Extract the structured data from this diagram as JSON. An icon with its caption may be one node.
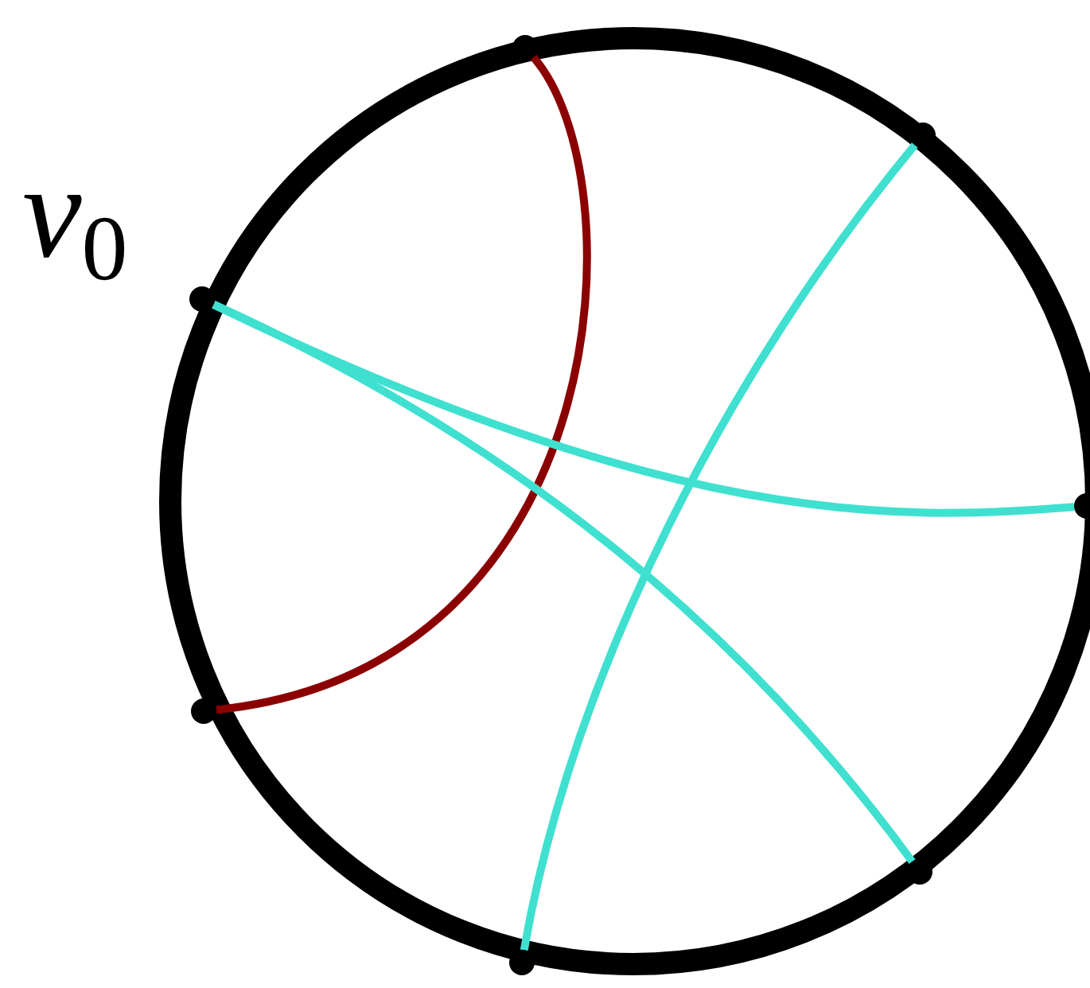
{
  "diagram": {
    "nodes": [
      {
        "text": [],
        "shape": "circle",
        "beside": [
          "v$_{0}$"
        ]
      },
      {
        "text": [],
        "shape": "circle"
      },
      {
        "text": [],
        "shape": "circle"
      },
      {
        "text": [],
        "shape": "circle"
      },
      {
        "text": [],
        "shape": "circle"
      },
      {
        "text": [],
        "shape": "circle"
      },
      {
        "text": [],
        "shape": "circle"
      }
    ],
    "edges": [
      {
        "from": 3,
        "to": 1,
        "arrow": "none",
        "color": "#8b0000"
      },
      {
        "from": 0,
        "to": 6,
        "arrow": "none"
      },
      {
        "from": 0,
        "to": 4,
        "arrow": "none"
      },
      {
        "from": 5,
        "to": 2,
        "arrow": "none"
      }
    ]
  }
}
